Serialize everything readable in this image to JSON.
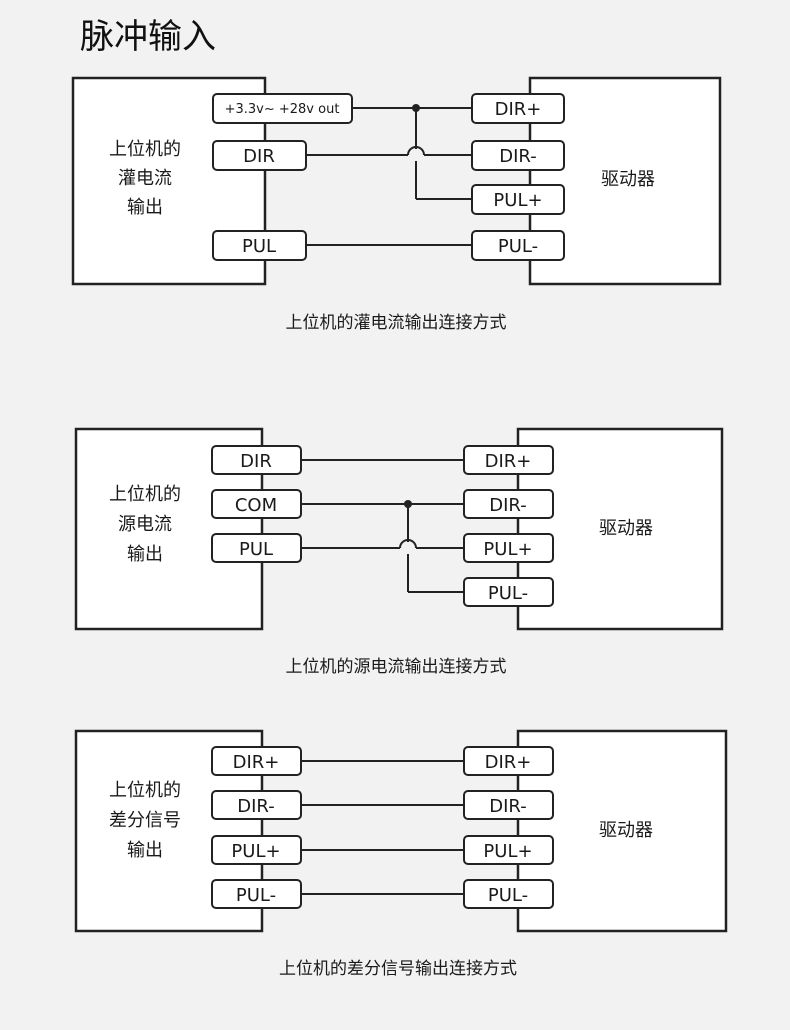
{
  "title": "脉冲输入",
  "driver_label": "驱动器",
  "diagrams": [
    {
      "host_label": [
        "上位机的",
        "灌电流",
        "输出"
      ],
      "host_pins": [
        "+3.3v~ +28v out",
        "DIR",
        "PUL"
      ],
      "driver_pins": [
        "DIR+",
        "DIR-",
        "PUL+",
        "PUL-"
      ],
      "caption": "上位机的灌电流输出连接方式"
    },
    {
      "host_label": [
        "上位机的",
        "源电流",
        "输出"
      ],
      "host_pins": [
        "DIR",
        "COM",
        "PUL"
      ],
      "driver_pins": [
        "DIR+",
        "DIR-",
        "PUL+",
        "PUL-"
      ],
      "caption": "上位机的源电流输出连接方式"
    },
    {
      "host_label": [
        "上位机的",
        "差分信号",
        "输出"
      ],
      "host_pins": [
        "DIR+",
        "DIR-",
        "PUL+",
        "PUL-"
      ],
      "driver_pins": [
        "DIR+",
        "DIR-",
        "PUL+",
        "PUL-"
      ],
      "caption": "上位机的差分信号输出连接方式"
    }
  ]
}
